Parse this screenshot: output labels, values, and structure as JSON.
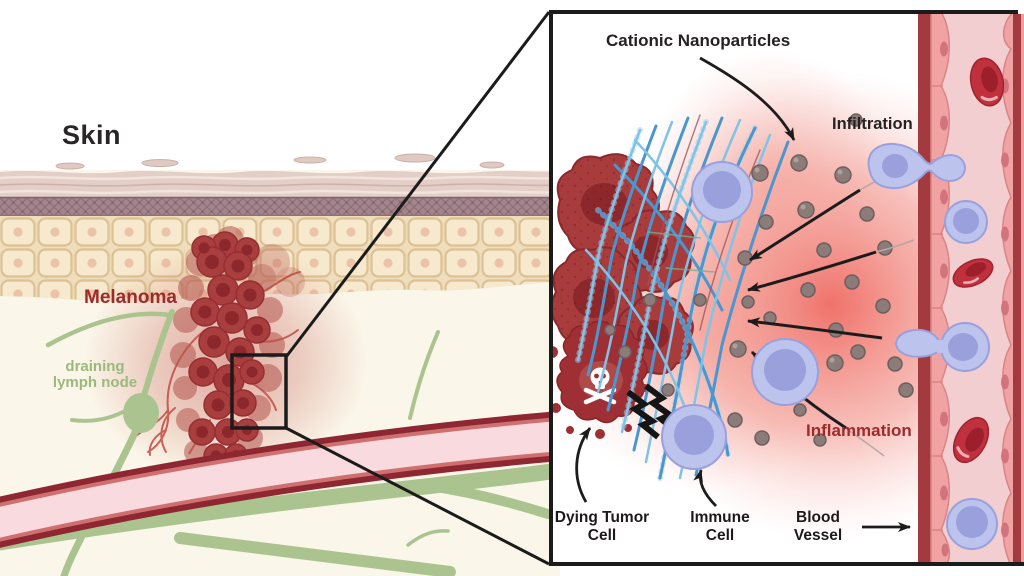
{
  "figure": {
    "left_panel": {
      "skin_label": "Skin",
      "melanoma_label": "Melanoma",
      "lymph_node_label": "draining lymph node"
    },
    "inset_panel": {
      "cationic_nanoparticles_label": "Cationic Nanoparticles",
      "infiltration_label": "Infiltration",
      "inflammation_label": "Inflammation",
      "dying_tumor_cell_label": "Dying Tumor Cell",
      "immune_cell_label": "Immune Cell",
      "blood_vessel_label": "Blood Vessel"
    },
    "colors": {
      "background_cream": "#faf6e9",
      "label_dark": "#262122",
      "label_dark_red": "#9e2a2b",
      "lymph_green": "#9cb97c",
      "tumor_red": "#a83c3c",
      "tumor_nucleus": "#8c272b",
      "immune_cell_lavender": "#bcc3ec",
      "immune_nucleus_purple": "#99a0dc",
      "nanoparticle_gray": "#8b7c7a",
      "mesh_blue": "#4a97cf",
      "vessel_wall_dark_red": "#a23a40",
      "vessel_lumen_pink": "#f2ced1",
      "rbc_red": "#c0313d",
      "inflammation_glow": "#ee6860"
    },
    "icons": [
      "skull-crossbones-icon",
      "lightning-bolt-icon",
      "zoom-inset-frame"
    ]
  }
}
